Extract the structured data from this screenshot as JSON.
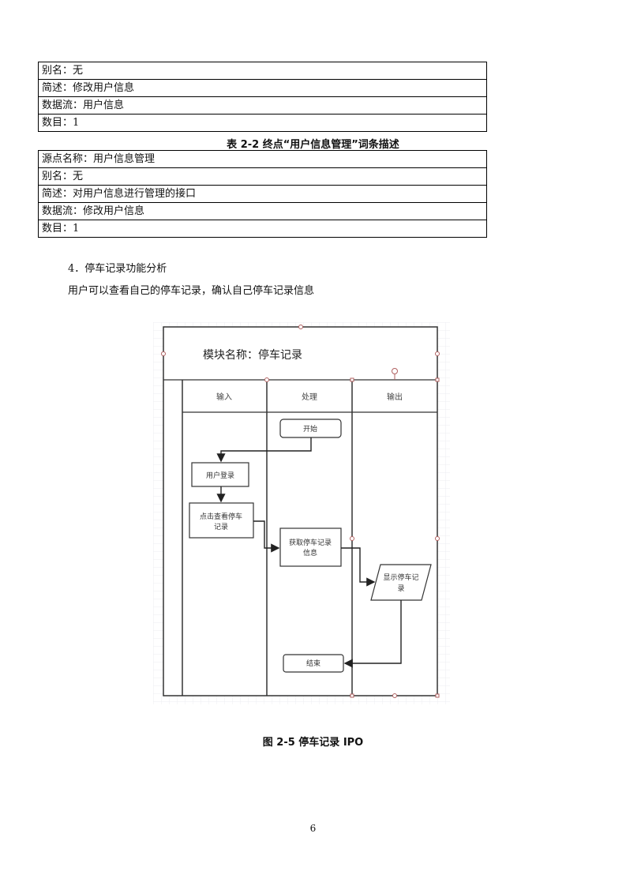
{
  "table1": {
    "rows": [
      "别名：无",
      "简述：修改用户信息",
      "数据流：用户信息",
      "数目：1"
    ]
  },
  "table2": {
    "caption": "表 2-2 终点“用户信息管理”词条描述",
    "rows": [
      "源点名称：用户信息管理",
      "别名：无",
      "简述：对用户信息进行管理的接口",
      "数据流：修改用户信息",
      "数目：1"
    ]
  },
  "section": {
    "heading": "4．停车记录功能分析",
    "body": "用户可以查看自己的停车记录，确认自己停车记录信息"
  },
  "figure": {
    "module_title": "模块名称：停车记录",
    "lanes": [
      "输入",
      "处理",
      "输出"
    ],
    "nodes": {
      "start": "开始",
      "login": "用户登录",
      "click_view_1": "点击查看停车",
      "click_view_2": "记录",
      "fetch_1": "获取停车记录",
      "fetch_2": "信息",
      "show_1": "显示停车记",
      "show_2": "录",
      "end": "结束"
    },
    "caption": "图 2-5 停车记录 IPO"
  },
  "page_number": "6"
}
